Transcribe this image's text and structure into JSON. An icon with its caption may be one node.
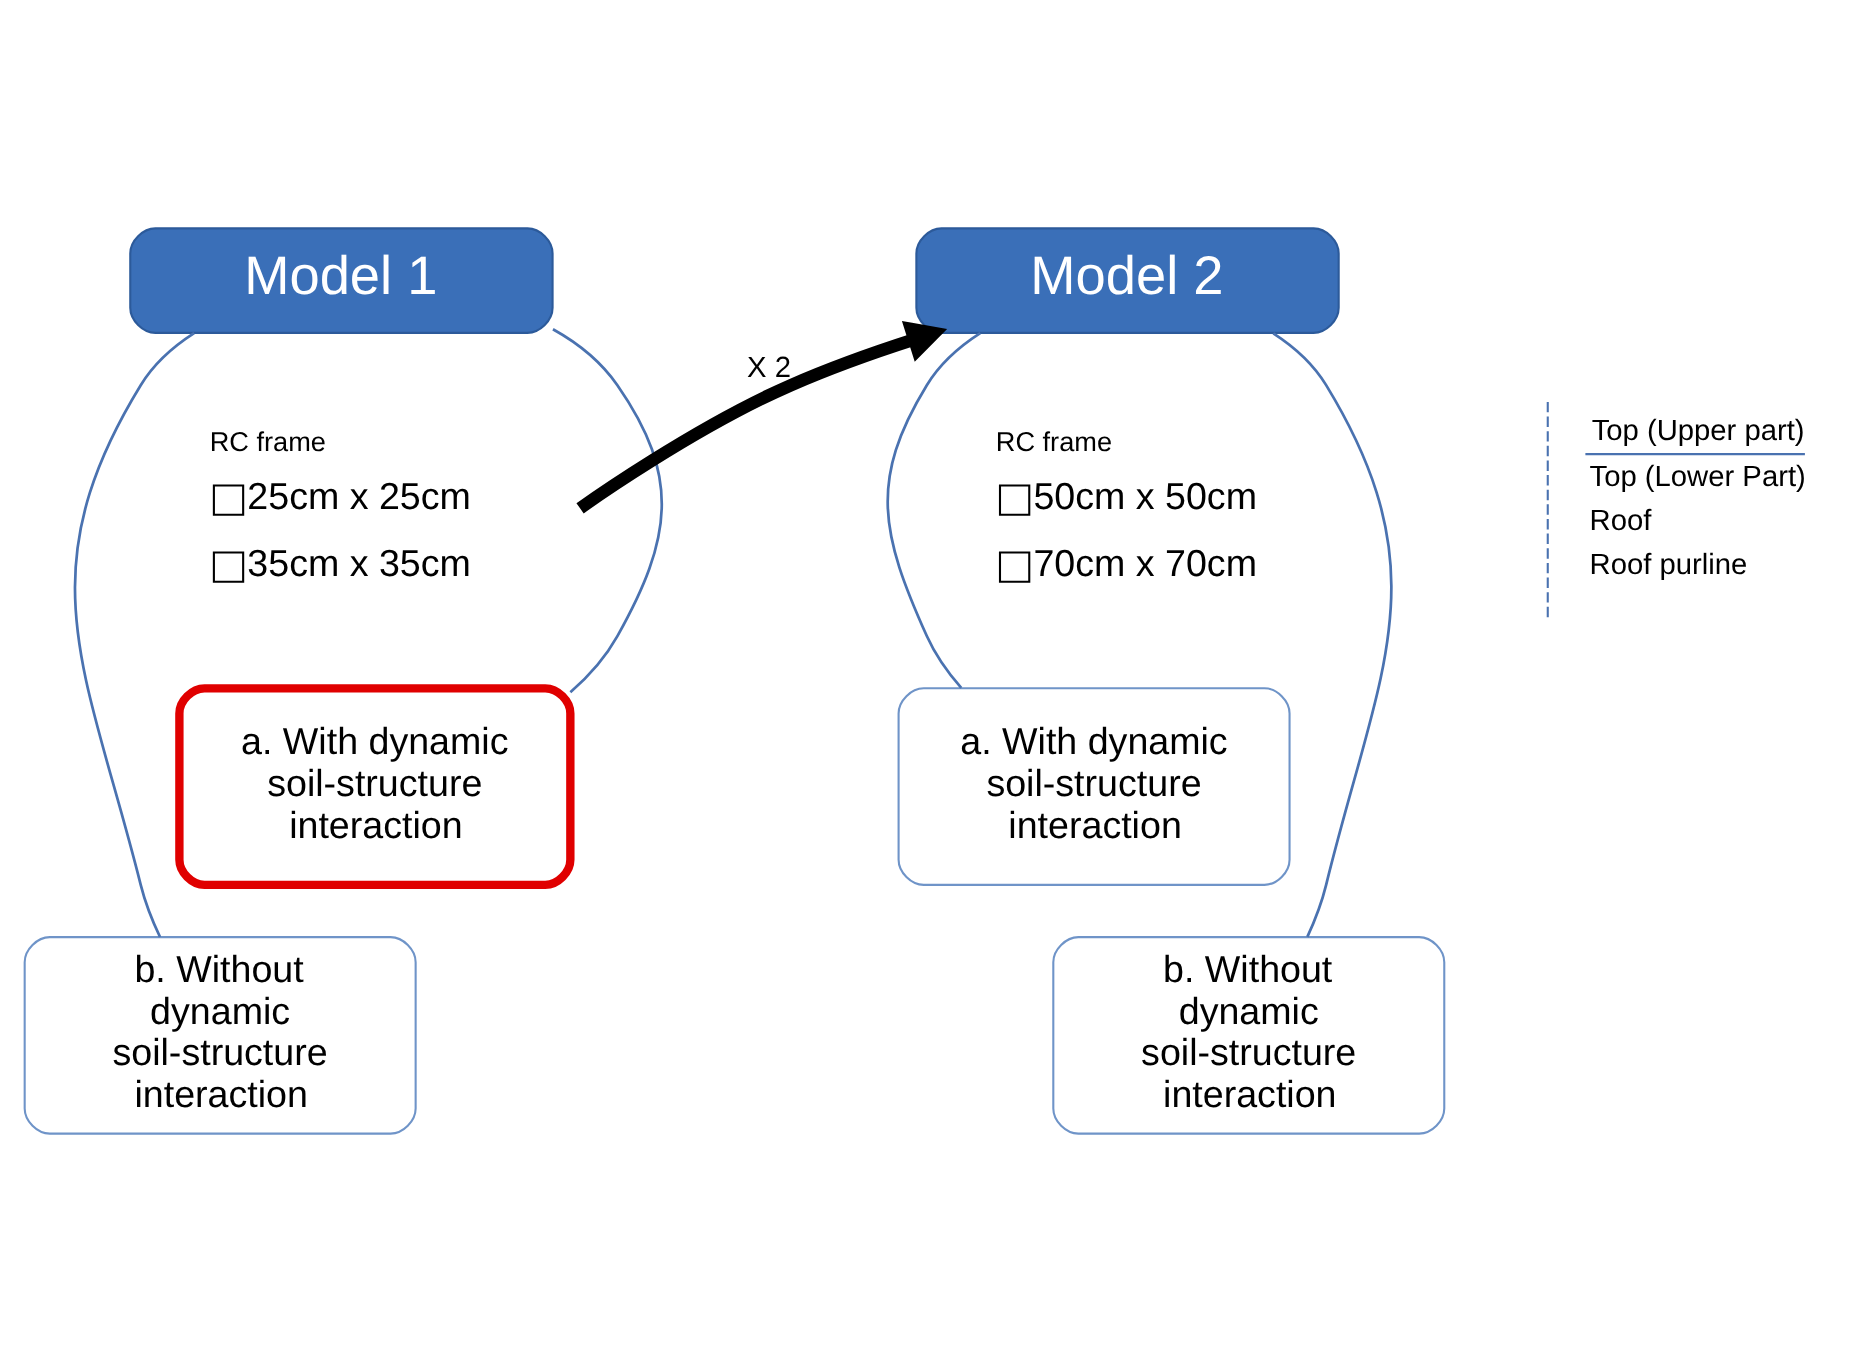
{
  "diagram": {
    "nodes": [
      {
        "text": [
          "Model 1"
        ]
      },
      {
        "text": [
          "a. With dynamic soil-structure interaction"
        ]
      },
      {
        "text": [
          "b. Without dynamic soil-structure interaction"
        ]
      },
      {
        "text": [
          "Model 2"
        ]
      },
      {
        "text": [
          "a. With dynamic soil-structure interaction"
        ]
      },
      {
        "text": [
          "b. Without dynamic soil-structure interaction"
        ]
      }
    ],
    "edges": [
      {
        "from": 0,
        "to": 1,
        "arrow": "none"
      },
      {
        "from": 0,
        "to": 2,
        "arrow": "none"
      },
      {
        "from": null,
        "to": 3,
        "arrow": "to",
        "label": "X 2",
        "style": "thick",
        "color": "#000000"
      },
      {
        "from": 3,
        "to": 4,
        "arrow": "none"
      },
      {
        "from": 3,
        "to": 5,
        "arrow": "none"
      }
    ],
    "labels": [
      "RC frame",
      "25cm x 25cm",
      "35cm x 35cm",
      "RC frame",
      "50cm x 50cm",
      "70cm x 70cm",
      "Top (Upper part)",
      "Top (Lower Part)",
      "Roof",
      "Roof purline"
    ]
  }
}
